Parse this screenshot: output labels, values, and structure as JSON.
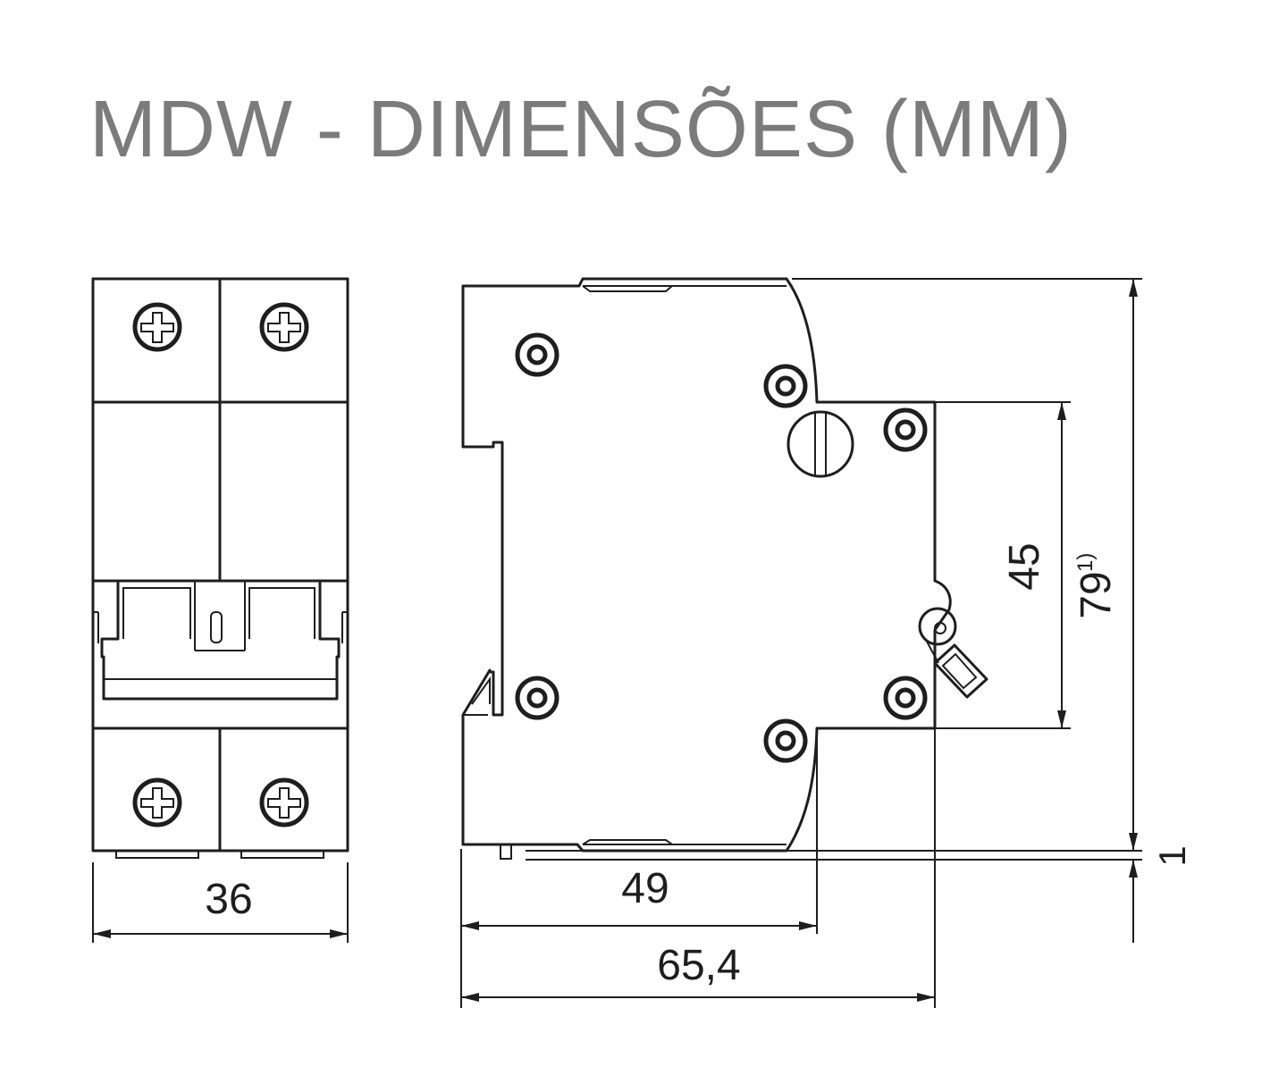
{
  "title": "MDW - DIMENSÕES (MM)",
  "dimensions": {
    "width_front": "36",
    "depth_to_shoulder": "49",
    "depth_total": "65,4",
    "height_face": "45",
    "height_total": "79",
    "height_total_note": "1)",
    "offset": "1"
  }
}
